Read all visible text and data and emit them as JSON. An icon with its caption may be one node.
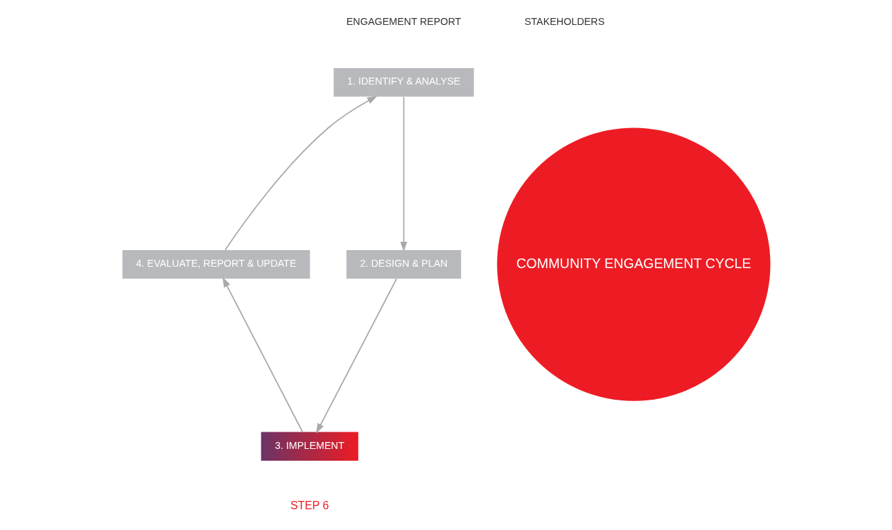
{
  "diagram": {
    "nodes": [
      {
        "text": [
          "COMMUNITY ENGAGEMENT CYCLE"
        ]
      },
      {
        "text": [
          "1. IDENTIFY & ANALYSE"
        ]
      },
      {
        "text": [
          "2. DESIGN & PLAN"
        ]
      },
      {
        "text": [
          "3. IMPLEMENT"
        ]
      },
      {
        "text": [
          "4. EVALUATE, REPORT & UPDATE"
        ]
      }
    ],
    "edges": [
      {
        "from": 1,
        "to": 2,
        "arrow": "to"
      },
      {
        "from": 2,
        "to": 3,
        "arrow": "to"
      },
      {
        "from": 3,
        "to": 4,
        "arrow": "to"
      },
      {
        "from": 4,
        "to": 1,
        "arrow": "to"
      }
    ],
    "labels": [
      "ENGAGEMENT REPORT",
      "STAKEHOLDERS",
      "STEP 6"
    ]
  }
}
